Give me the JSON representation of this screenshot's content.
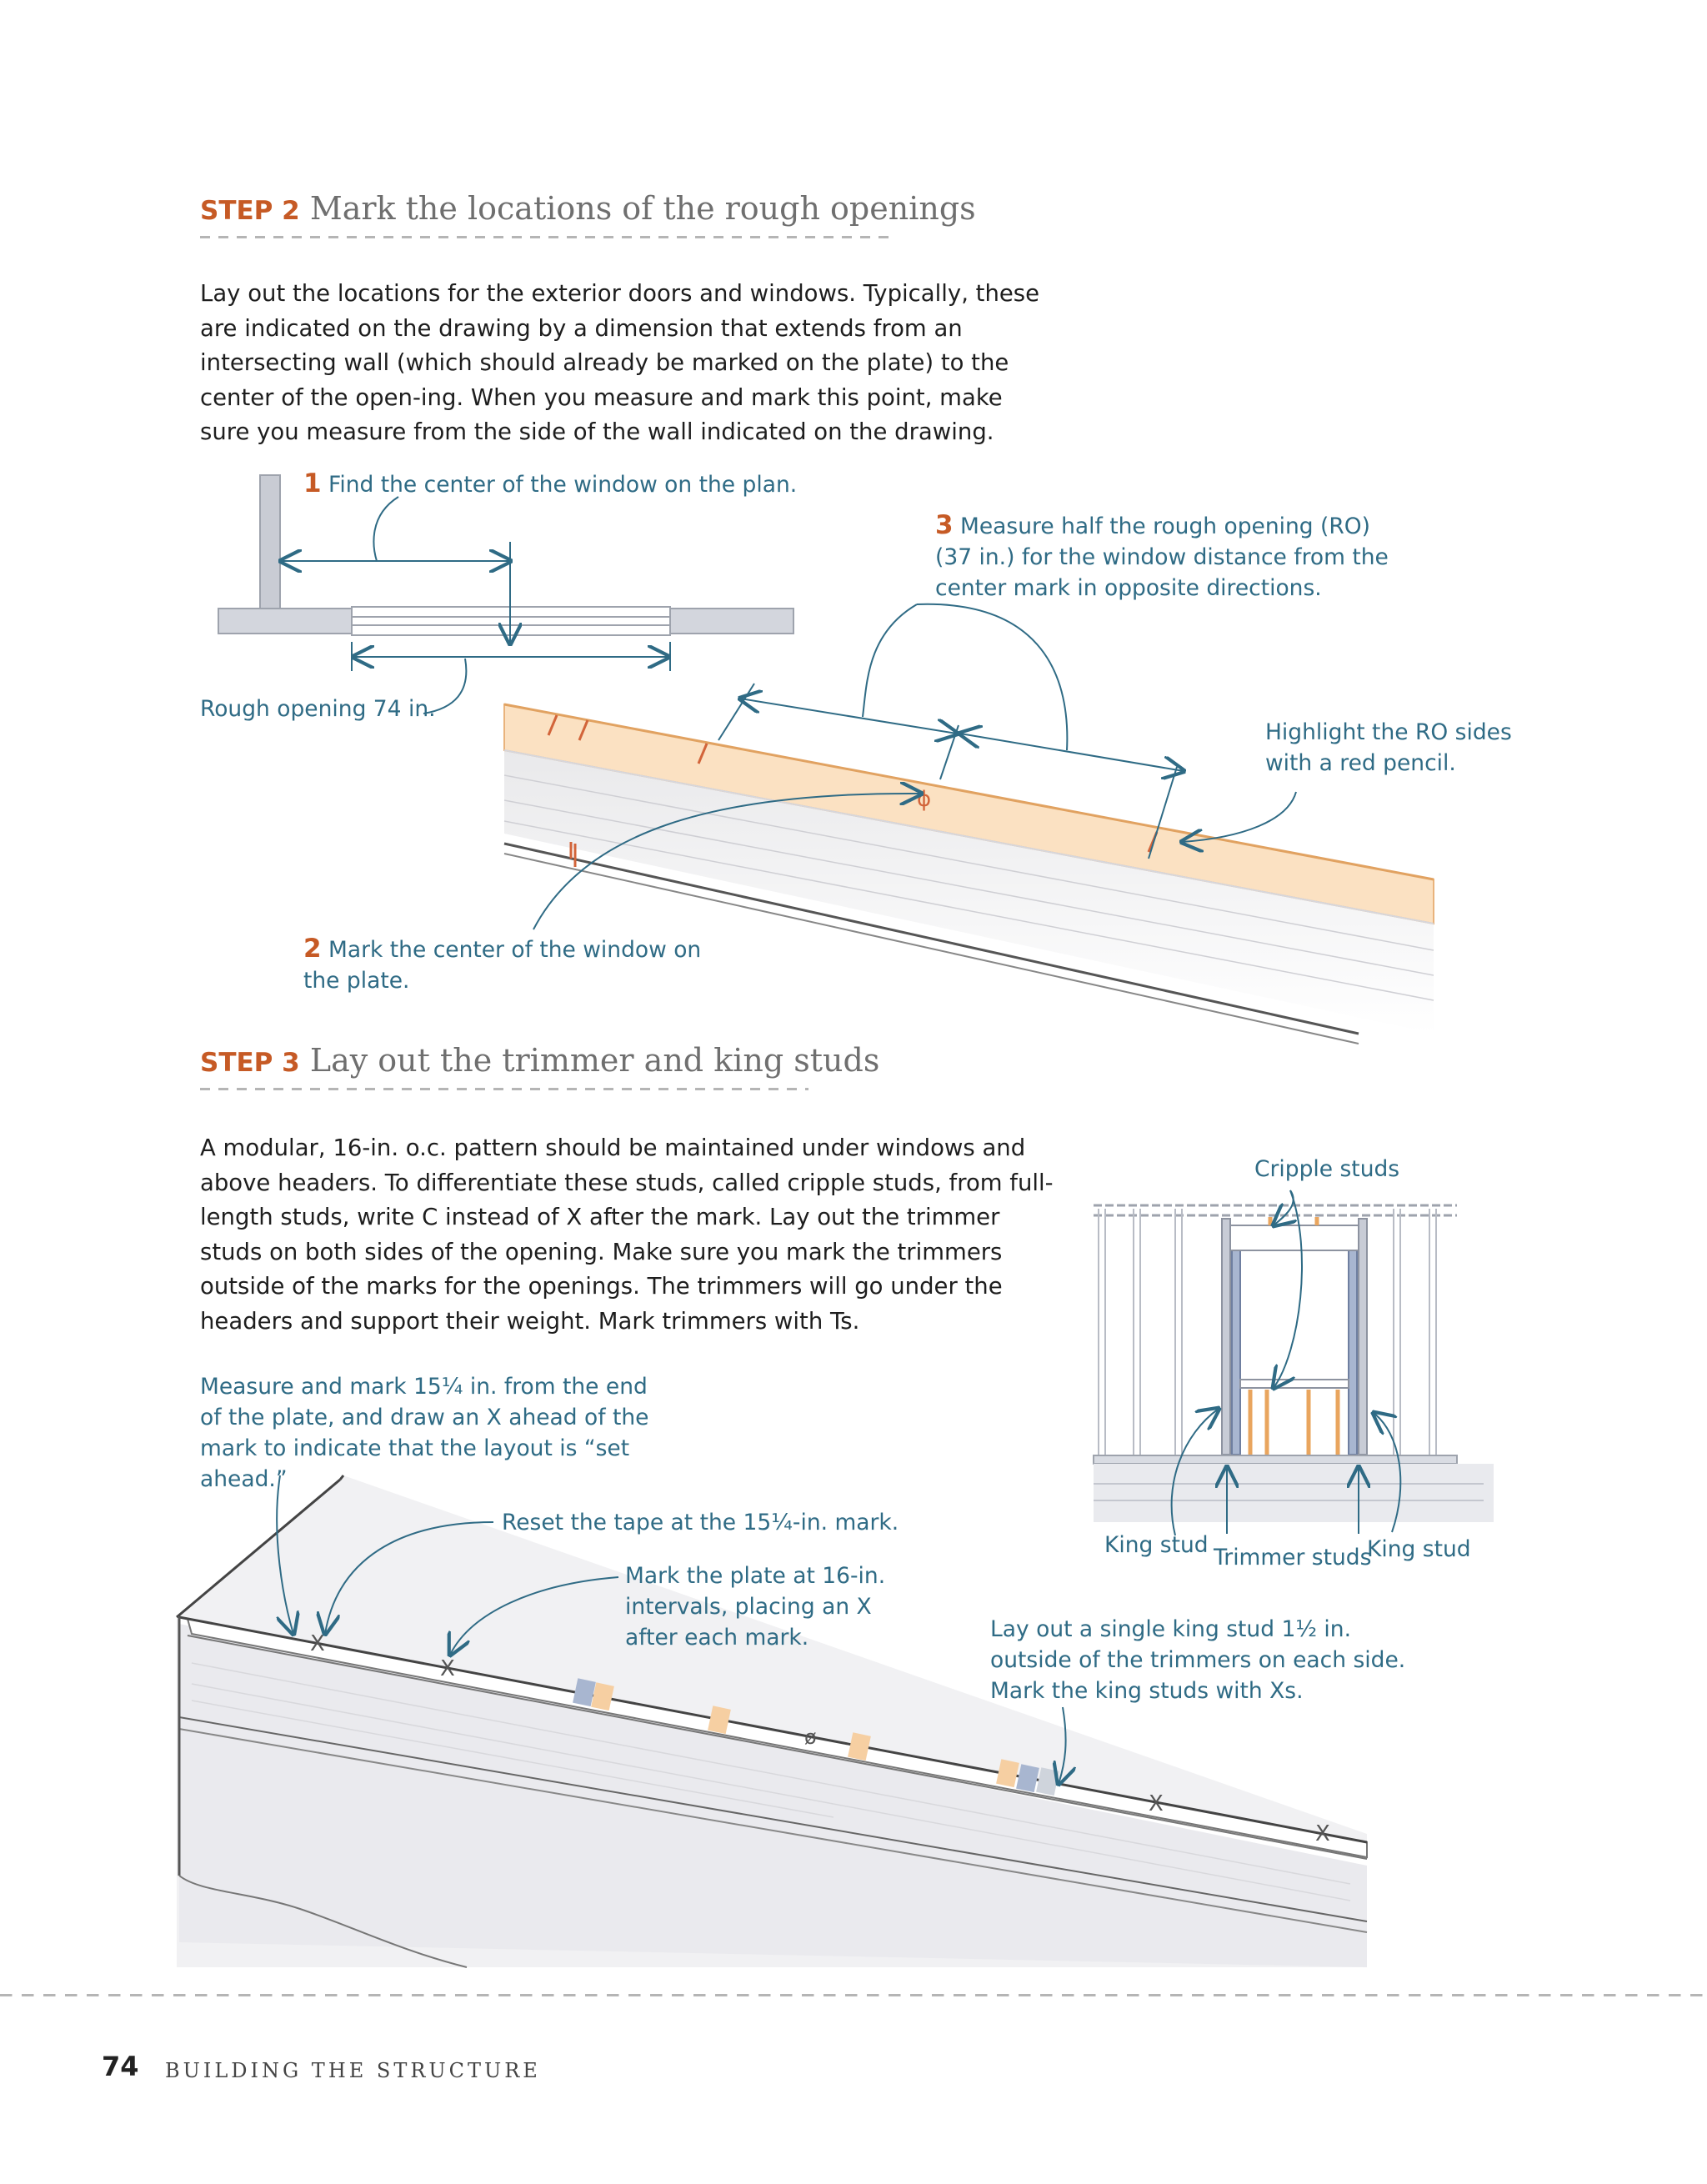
{
  "step2": {
    "num": "STEP 2",
    "title": "Mark the locations of the rough openings",
    "body": "Lay out the locations for the exterior doors and windows. Typically, these are indicated on the drawing by a dimension that extends from an intersecting wall (which should already be marked on the plate) to the center of the open-ing. When you measure and mark this point, make sure you measure from the side of the wall indicated on the drawing.",
    "callout1_num": "1",
    "callout1_text": "Find the center of the window on the plan.",
    "callout2_num": "2",
    "callout2_text": "Mark the center of the window on the plate.",
    "callout3_num": "3",
    "callout3_text": "Measure half the rough opening (RO) (37 in.) for the window distance from the center mark in opposite directions.",
    "rough_opening": "Rough opening 74 in.",
    "highlight": "Highlight the RO sides with a red pencil."
  },
  "step3": {
    "num": "STEP 3",
    "title": "Lay out the trimmer and king studs",
    "body": "A modular, 16-in. o.c. pattern should be maintained under windows and above headers. To differentiate these studs, called cripple studs, from full-length studs, write C instead of X after the mark. Lay out the trimmer studs on both sides of the opening. Make sure you mark the trimmers outside of the marks for the openings. The trimmers will go under the headers and support their weight. Mark trimmers with Ts.",
    "measure": "Measure and mark 15¼ in. from the end of the plate, and draw an X ahead of the mark to indicate that the layout is “set ahead.”",
    "reset": "Reset the tape at the 15¼-in. mark.",
    "mark_plate": "Mark the plate at 16-in. intervals, placing an X after each mark.",
    "king_layout": "Lay out a single king stud 1½ in. outside of the trimmers on each side. Mark the king studs with Xs.",
    "cripple": "Cripple studs",
    "king_left": "King stud",
    "trimmers": "Trimmer studs",
    "king_right": "King stud"
  },
  "footer": {
    "page": "74",
    "section": "BUILDING THE STRUCTURE"
  },
  "colors": {
    "accent": "#c65a25",
    "callout": "#2f6b85",
    "plate_highlight": "#f6cfa2"
  }
}
